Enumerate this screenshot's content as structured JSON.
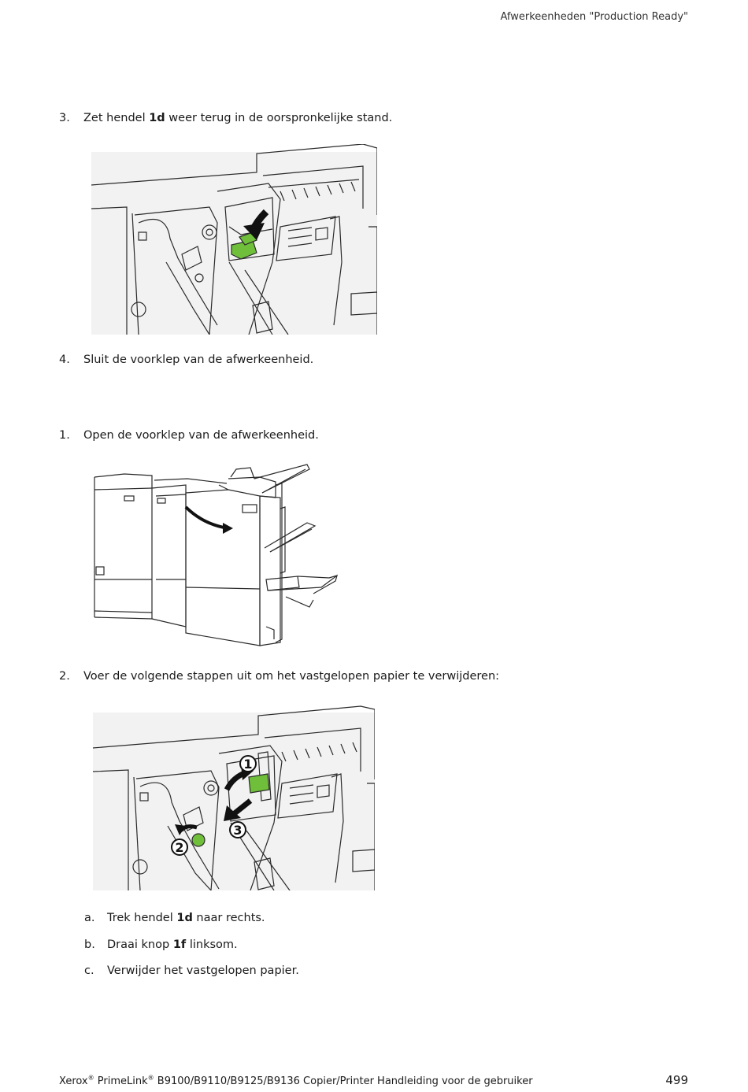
{
  "header": {
    "title": "Afwerkeenheden \"Production Ready\""
  },
  "steps_a": [
    {
      "num": "3.",
      "pre": "Zet hendel ",
      "bold": "1d",
      "post": " weer terug in de oorspronkelijke stand."
    },
    {
      "num": "4.",
      "text": "Sluit de voorklep van de afwerkeenheid."
    }
  ],
  "steps_b": [
    {
      "num": "1.",
      "text": "Open de voorklep van de afwerkeenheid."
    },
    {
      "num": "2.",
      "text": "Voer de volgende stappen uit om het vastgelopen papier te verwijderen:"
    }
  ],
  "substeps": [
    {
      "num": "a.",
      "pre": "Trek hendel ",
      "bold": "1d",
      "post": " naar rechts."
    },
    {
      "num": "b.",
      "pre": "Draai knop ",
      "bold": "1f",
      "post": " linksom."
    },
    {
      "num": "c.",
      "text": "Verwijder het vastgelopen papier."
    }
  ],
  "callouts": [
    "1",
    "2",
    "3"
  ],
  "colors": {
    "accent_green": "#6fbf3b",
    "line": "#2a2a2a",
    "panel": "#f1f2f1"
  },
  "footer": {
    "brand": "Xerox",
    "reg": "®",
    "product": "PrimeLink",
    "reg2": "®",
    "rest": " B9100/B9110/B9125/B9136 Copier/Printer Handleiding voor de gebruiker",
    "page": "499"
  }
}
